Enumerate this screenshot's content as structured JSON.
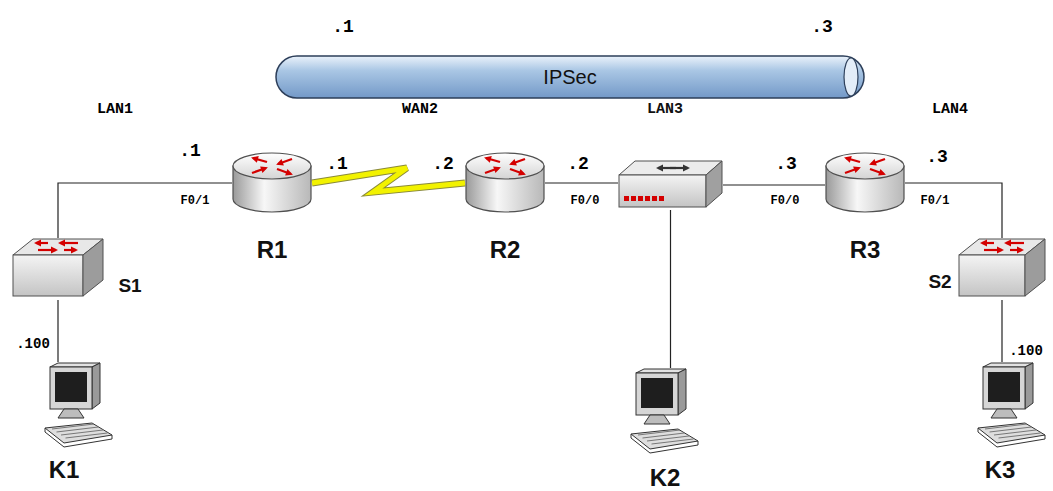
{
  "diagram": {
    "nodes": [
      {
        "text": [
          "IPSec"
        ]
      },
      {
        "text": [
          "R1"
        ]
      },
      {
        "text": [
          "R2"
        ]
      },
      {
        "text": [
          "LAN3"
        ]
      },
      {
        "text": [
          "R3"
        ]
      },
      {
        "text": [
          "S1"
        ]
      },
      {
        "text": [
          "S2"
        ]
      },
      {
        "text": [
          "K1"
        ]
      },
      {
        "text": [
          "K2"
        ]
      },
      {
        "text": [
          "K3"
        ]
      }
    ],
    "edges": [
      {
        "from": 1,
        "to": 5,
        "arrow": "none"
      },
      {
        "from": 1,
        "to": 2,
        "arrow": "none"
      },
      {
        "from": 2,
        "to": 3,
        "arrow": "none"
      },
      {
        "from": 3,
        "to": 4,
        "arrow": "none"
      },
      {
        "from": 3,
        "to": 8,
        "arrow": "none"
      },
      {
        "from": 4,
        "to": 6,
        "arrow": "none"
      },
      {
        "from": 5,
        "to": 7,
        "arrow": "none"
      },
      {
        "from": 6,
        "to": 9,
        "arrow": "none"
      }
    ],
    "labels": [
      ".1",
      ".3",
      "LAN1",
      "WAN2",
      "LAN4",
      ".1",
      "F0/1",
      ".1",
      ".2",
      ".2",
      "F0/0",
      ".3",
      "F0/0",
      ".3",
      "F0/1",
      ".100",
      ".100"
    ]
  }
}
